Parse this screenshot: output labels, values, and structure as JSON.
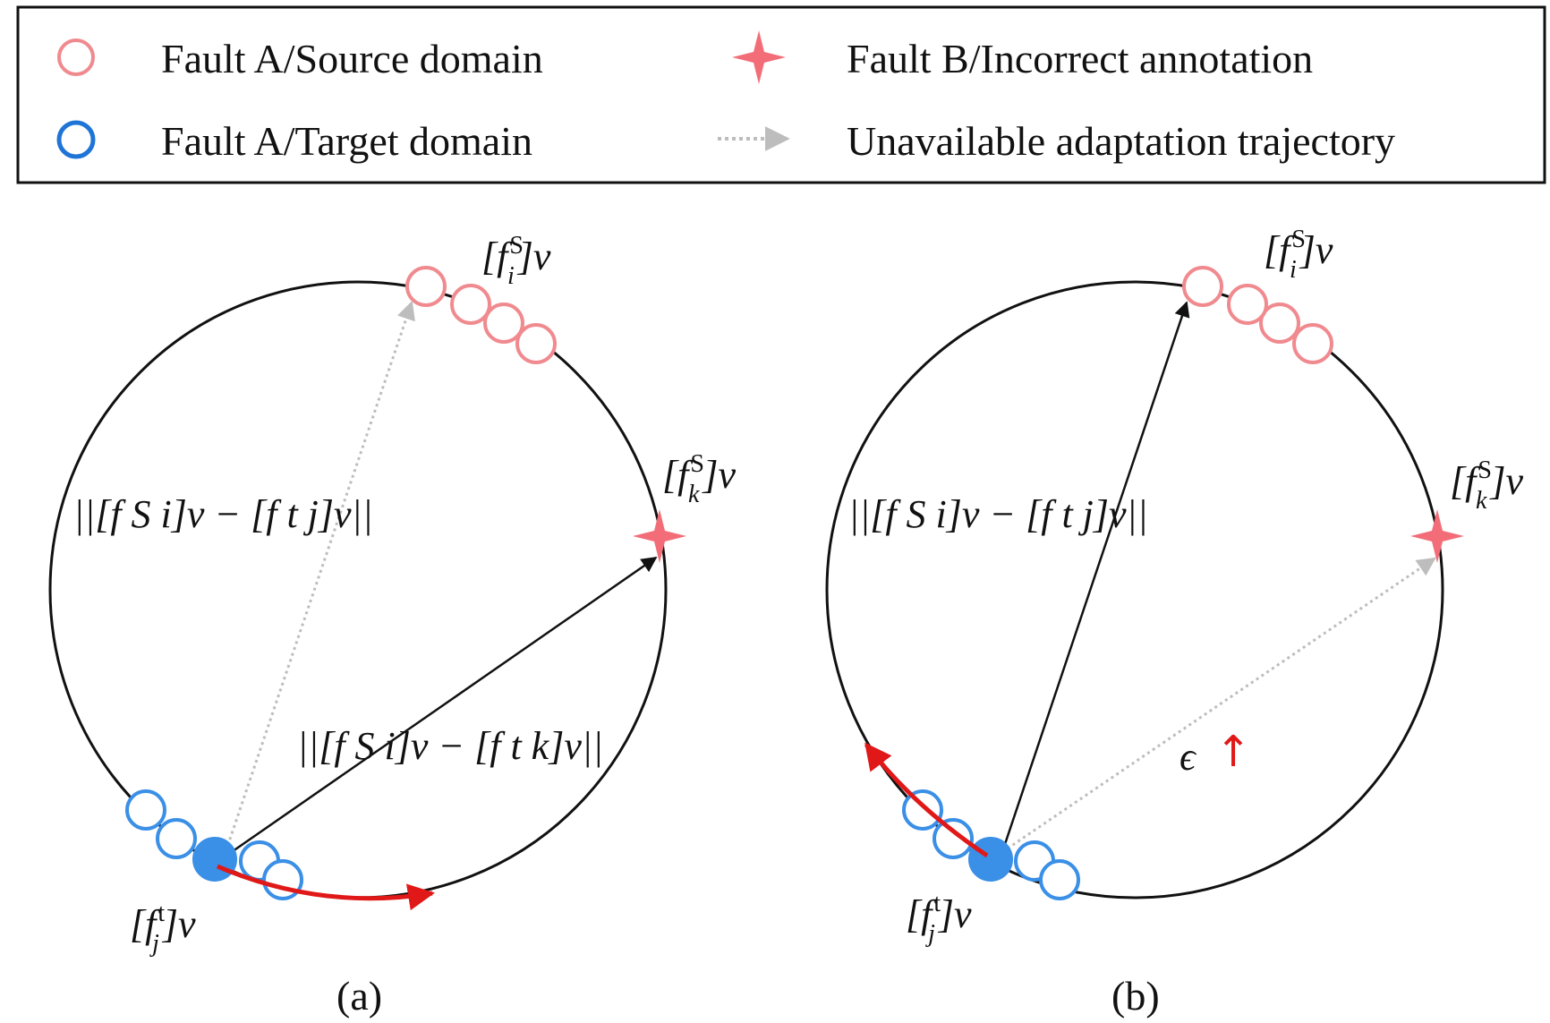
{
  "legend": {
    "items": [
      {
        "label": "Fault A/Source domain",
        "icon": "open-circle-pink"
      },
      {
        "label": "Fault A/Target domain",
        "icon": "open-circle-blue"
      },
      {
        "label": "Fault B/Incorrect annotation",
        "icon": "star-pink"
      },
      {
        "label": "Unavailable adaptation trajectory",
        "icon": "dotted-arrow-gray"
      }
    ]
  },
  "colors": {
    "source": "#f08a8f",
    "target": "#3a8fe6",
    "target_fill": "#3a8fe6",
    "star": "#f26d78",
    "trajectory": "#e01818",
    "unavailable": "#bdbdbd",
    "circle": "#111111",
    "epsilon_arrow": "#e01818"
  },
  "panels": {
    "a": {
      "caption": "(a)",
      "label_fi": {
        "base": "[f",
        "sup": "S",
        "sub": "i",
        "tail": "]v"
      },
      "label_fk": {
        "base": "[f",
        "sup": "S",
        "sub": "k",
        "tail": "]v"
      },
      "label_fj": {
        "base": "[f",
        "sup": "t",
        "sub": "j",
        "tail": "]v"
      },
      "dist_upper": "||[f S i]v − [f t j]v||",
      "dist_lower": "||[f S i]v − [f t k]v||"
    },
    "b": {
      "caption": "(b)",
      "label_fi": {
        "base": "[f",
        "sup": "S",
        "sub": "i",
        "tail": "]v"
      },
      "label_fk": {
        "base": "[f",
        "sup": "S",
        "sub": "k",
        "tail": "]v"
      },
      "label_fj": {
        "base": "[f",
        "sup": "t",
        "sub": "j",
        "tail": "]v"
      },
      "dist_upper": "||[f S i]v − [f t j]v||",
      "epsilon": "ϵ",
      "epsilon_arrow": "↑"
    }
  }
}
